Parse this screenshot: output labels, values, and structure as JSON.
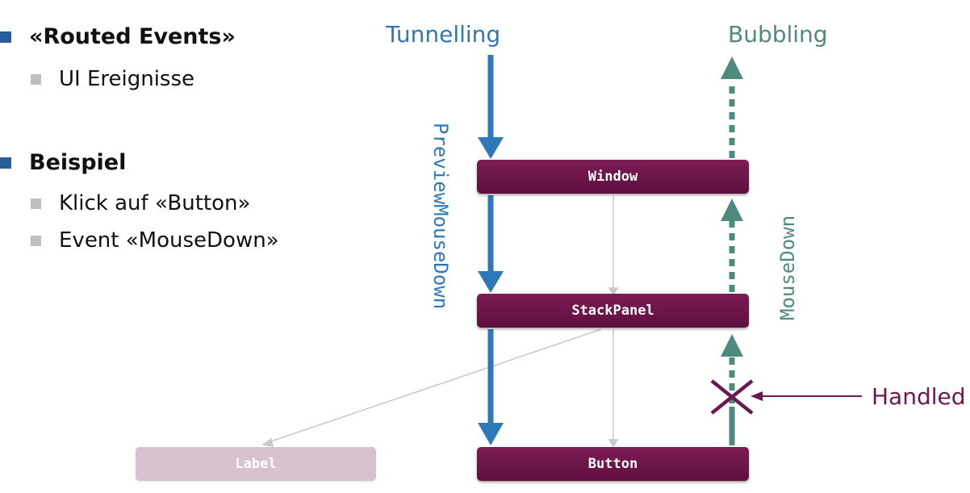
{
  "bullets": [
    {
      "text": "«Routed Events»",
      "sub": [
        "UI Ereignisse"
      ]
    },
    {
      "text": "Beispiel",
      "sub": [
        "Klick auf «Button»",
        "Event «MouseDown»"
      ]
    }
  ],
  "diagram": {
    "tunnelling_label": "Tunnelling",
    "bubbling_label": "Bubbling",
    "preview_event_label": "PreviewMouseDown",
    "bubble_event_label": "MouseDown",
    "handled_label": "Handled",
    "nodes": {
      "window": "Window",
      "stackpanel": "StackPanel",
      "button": "Button",
      "label": "Label"
    },
    "colors": {
      "tunnel": "#2e78b7",
      "bubble": "#4f8a7e",
      "node": "#6b1446",
      "node_faded": "#d7c3cf",
      "handled": "#6b1a4e",
      "tree_line": "#c8c8c8"
    }
  }
}
